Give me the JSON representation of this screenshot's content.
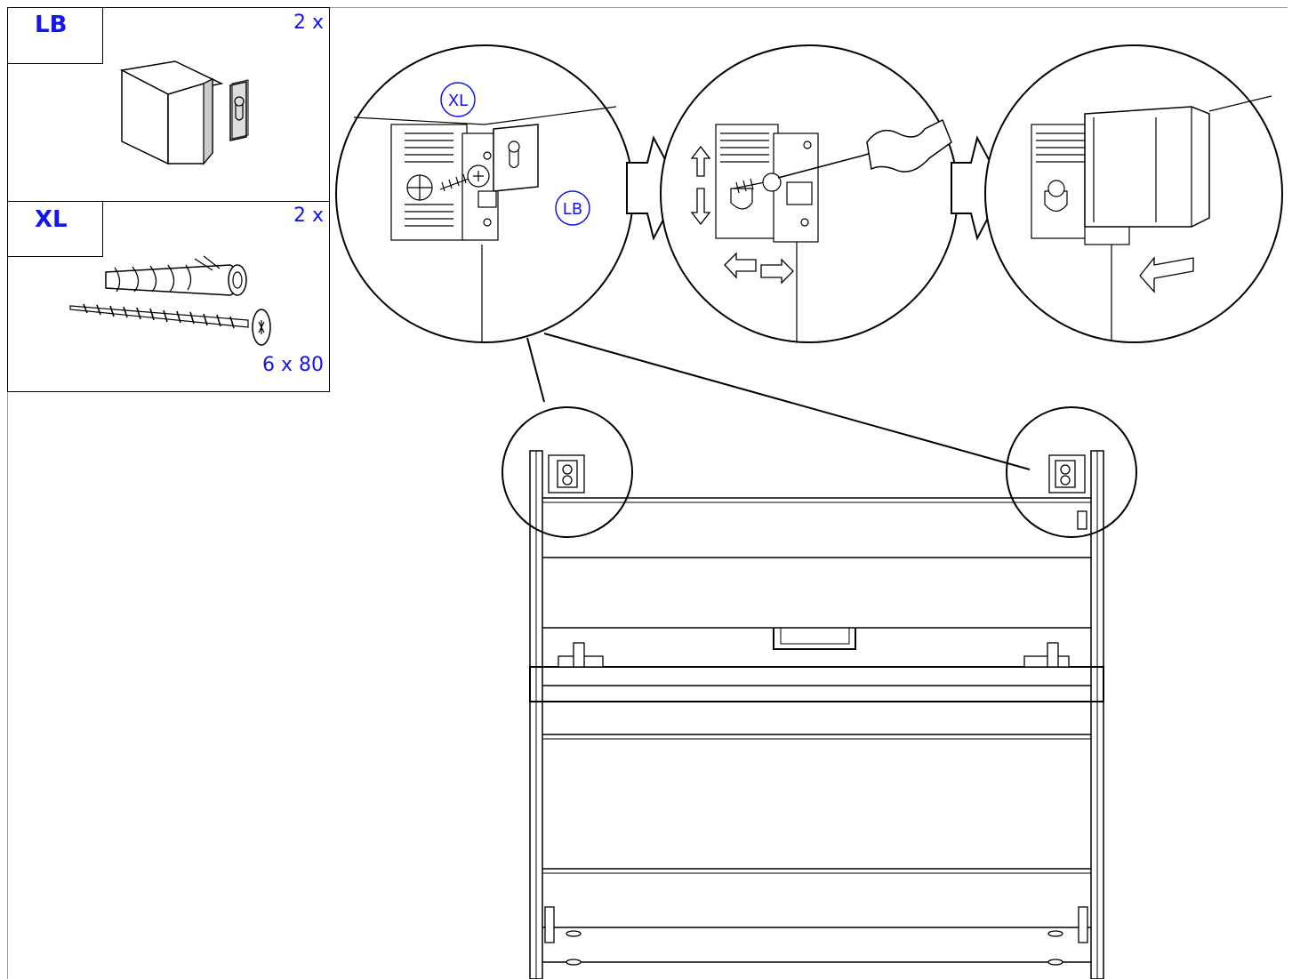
{
  "parts": {
    "lb": {
      "code": "LB",
      "quantity": "2 x"
    },
    "xl": {
      "code": "XL",
      "quantity": "2 x",
      "size": "6 x 80"
    }
  },
  "callouts": {
    "xl": "XL",
    "lb": "LB"
  },
  "colors": {
    "label_blue": "#1515ee",
    "line": "#000000",
    "fill_gray": "#d9d9d9"
  }
}
